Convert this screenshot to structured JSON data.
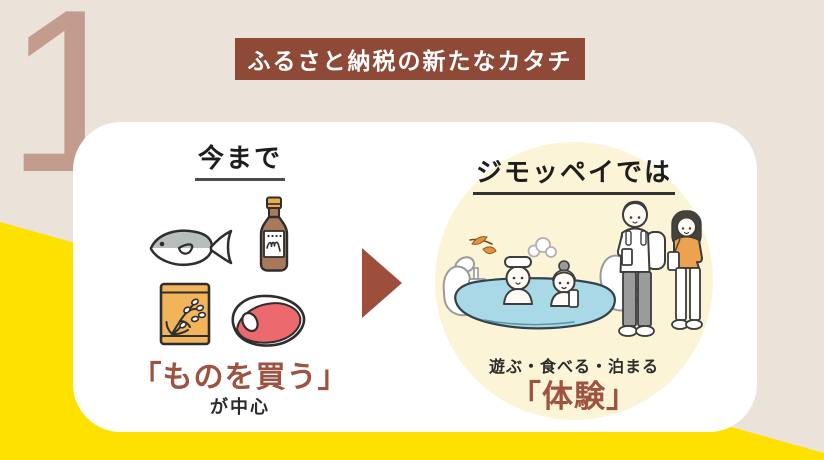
{
  "step": {
    "number": "1"
  },
  "banner": {
    "label": "ふるさと納税の新たなカタチ"
  },
  "before": {
    "heading": "今まで",
    "icons": [
      {
        "name": "fish-icon"
      },
      {
        "name": "sake-bottle-icon"
      },
      {
        "name": "rice-bag-icon"
      },
      {
        "name": "meat-icon"
      }
    ],
    "emphasis": "「ものを買う」",
    "note": "が中心"
  },
  "after": {
    "heading": "ジモッペイでは",
    "illustration": "onsen-and-travelers-illustration",
    "activities": "遊ぶ・食べる・泊まる",
    "emphasis": "「体験」"
  },
  "colors": {
    "background": "#ebe3d9",
    "step_number": "#c49c8e",
    "banner_bg": "#8e4937",
    "banner_text": "#ffffff",
    "card_bg": "#ffffff",
    "highlight_yellow": "#ffe100",
    "circle_bg": "#fcf4d6",
    "accent_text": "#9d5340",
    "arrow": "#9d4f3b"
  }
}
